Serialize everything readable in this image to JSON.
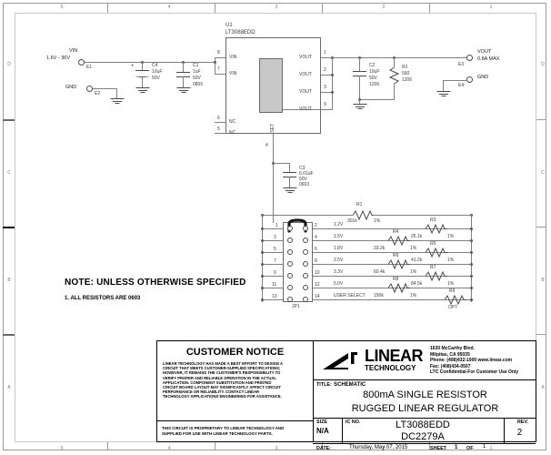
{
  "frame": {
    "top_zones": [
      "5",
      "4",
      "3",
      "2",
      "1"
    ],
    "bottom_zones": [
      "5",
      "4",
      "3",
      "2",
      "1"
    ],
    "left_zones": [
      "D",
      "C",
      "B",
      "A"
    ],
    "right_zones": [
      "D",
      "C",
      "B",
      "A"
    ]
  },
  "ic": {
    "refdes": "U1",
    "part": "LT3088EDD",
    "left_pins": [
      {
        "num": "8",
        "name": "VIN"
      },
      {
        "num": "7",
        "name": "VIN"
      },
      {
        "num": "6",
        "name": "NC"
      },
      {
        "num": "5",
        "name": "NC"
      }
    ],
    "right_pins": [
      {
        "num": "1",
        "name": "VOUT"
      },
      {
        "num": "2",
        "name": "VOUT"
      },
      {
        "num": "3",
        "name": "VOUT"
      },
      {
        "num": "9",
        "name": "VOUT"
      }
    ],
    "bottom_pin": {
      "num": "4",
      "name": "SET"
    }
  },
  "terminals": [
    {
      "ref": "E1",
      "label": "VIN",
      "sub": "1.6V - 36V"
    },
    {
      "ref": "E2",
      "label": "GND",
      "sub": ""
    },
    {
      "ref": "E3",
      "label": "VOUT",
      "sub": "0.8A MAX"
    },
    {
      "ref": "E4",
      "label": "GND",
      "sub": ""
    }
  ],
  "capacitors": [
    {
      "ref": "C4",
      "value": "10uF",
      "volt": "50V",
      "pkg": "",
      "polarized": true
    },
    {
      "ref": "C1",
      "value": "1uF",
      "volt": "50V",
      "pkg": "0805",
      "polarized": false
    },
    {
      "ref": "C2",
      "value": "10uF",
      "volt": "50V",
      "pkg": "1206",
      "polarized": false
    },
    {
      "ref": "C3",
      "value": "0.01uF",
      "volt": "50V",
      "pkg": "0603",
      "polarized": false
    }
  ],
  "resistors": [
    {
      "ref": "R2",
      "value": "560",
      "tol": "1206"
    },
    {
      "ref": "R1",
      "value": "301k",
      "tol": "1%"
    },
    {
      "ref": "R3",
      "value": "26.1k",
      "tol": "1%"
    },
    {
      "ref": "R4",
      "value": "33.2k",
      "tol": "1%"
    },
    {
      "ref": "R5",
      "value": "41.2k",
      "tol": "1%"
    },
    {
      "ref": "R6",
      "value": "60.4k",
      "tol": "1%"
    },
    {
      "ref": "R7",
      "value": "84.5k",
      "tol": "1%"
    },
    {
      "ref": "R8",
      "value": "150k",
      "tol": "1%"
    },
    {
      "ref": "R9",
      "value": "OPT",
      "tol": ""
    }
  ],
  "jumper": {
    "refdes": "JP1",
    "left_pins": [
      "1",
      "3",
      "5",
      "7",
      "9",
      "11",
      "13"
    ],
    "right_pins": [
      "2",
      "4",
      "6",
      "8",
      "10",
      "12",
      "14"
    ],
    "shunt_on": "1-2",
    "row_labels": [
      "1.2V",
      "1.5V",
      "1.8V",
      "2.5V",
      "3.3V",
      "5.0V",
      "USER SELECT"
    ]
  },
  "note": {
    "title": "NOTE: UNLESS OTHERWISE SPECIFIED",
    "items": [
      "1.  ALL RESISTORS ARE 0603"
    ]
  },
  "title_block": {
    "customer_notice_heading": "CUSTOMER NOTICE",
    "customer_notice_body": "LINEAR TECHNOLOGY HAS MADE A BEST EFFORT TO DESIGN A\nCIRCUIT THAT MEETS CUSTOMER-SUPPLIED SPECIFICATIONS;\nHOWEVER, IT REMAINS THE CUSTOMER'S RESPONSIBILITY TO\nVERIFY PROPER AND RELIABLE OPERATION IN THE ACTUAL\nAPPLICATION.  COMPONENT SUBSTITUTION AND PRINTED\nCIRCUIT BOARD LAYOUT MAY SIGNIFICANTLY AFFECT CIRCUIT\nPERFORMANCE OR RELIABILITY.  CONTACT LINEAR\nTECHNOLOGY APPLICATIONS ENGINEERING FOR ASSISTANCE.",
    "proprietary": "THIS CIRCUIT IS PROPRIETARY TO LINEAR TECHNOLOGY AND\nSUPPLIED FOR USE WITH LINEAR TECHNOLOGY PARTS.",
    "company_name": "LINEAR",
    "company_sub": "TECHNOLOGY",
    "address": "1630 McCarthy Blvd.\nMilpitas, CA 95035\nPhone: (408)432-1900  www.linear.com\nFax: (408)434-0507\nLTC Confidential-For Customer Use Only",
    "title_label": "TITLE:",
    "title_value": "SCHEMATIC",
    "title_line1": "800mA SINGLE RESISTOR",
    "title_line2": "RUGGED LINEAR REGULATOR",
    "size_label": "SIZE",
    "size_value": "N/A",
    "ic_no_label": "IC NO.",
    "ic_no_line1": "LT3088EDD",
    "ic_no_line2": "DC2279A",
    "rev_label": "REV.",
    "rev_value": "2",
    "date_label": "DATE:",
    "date_value": "Thursday, May 07, 2015",
    "sheet_label": "SHEET",
    "sheet_num": "1",
    "sheet_of": "OF",
    "sheet_total": "1"
  }
}
